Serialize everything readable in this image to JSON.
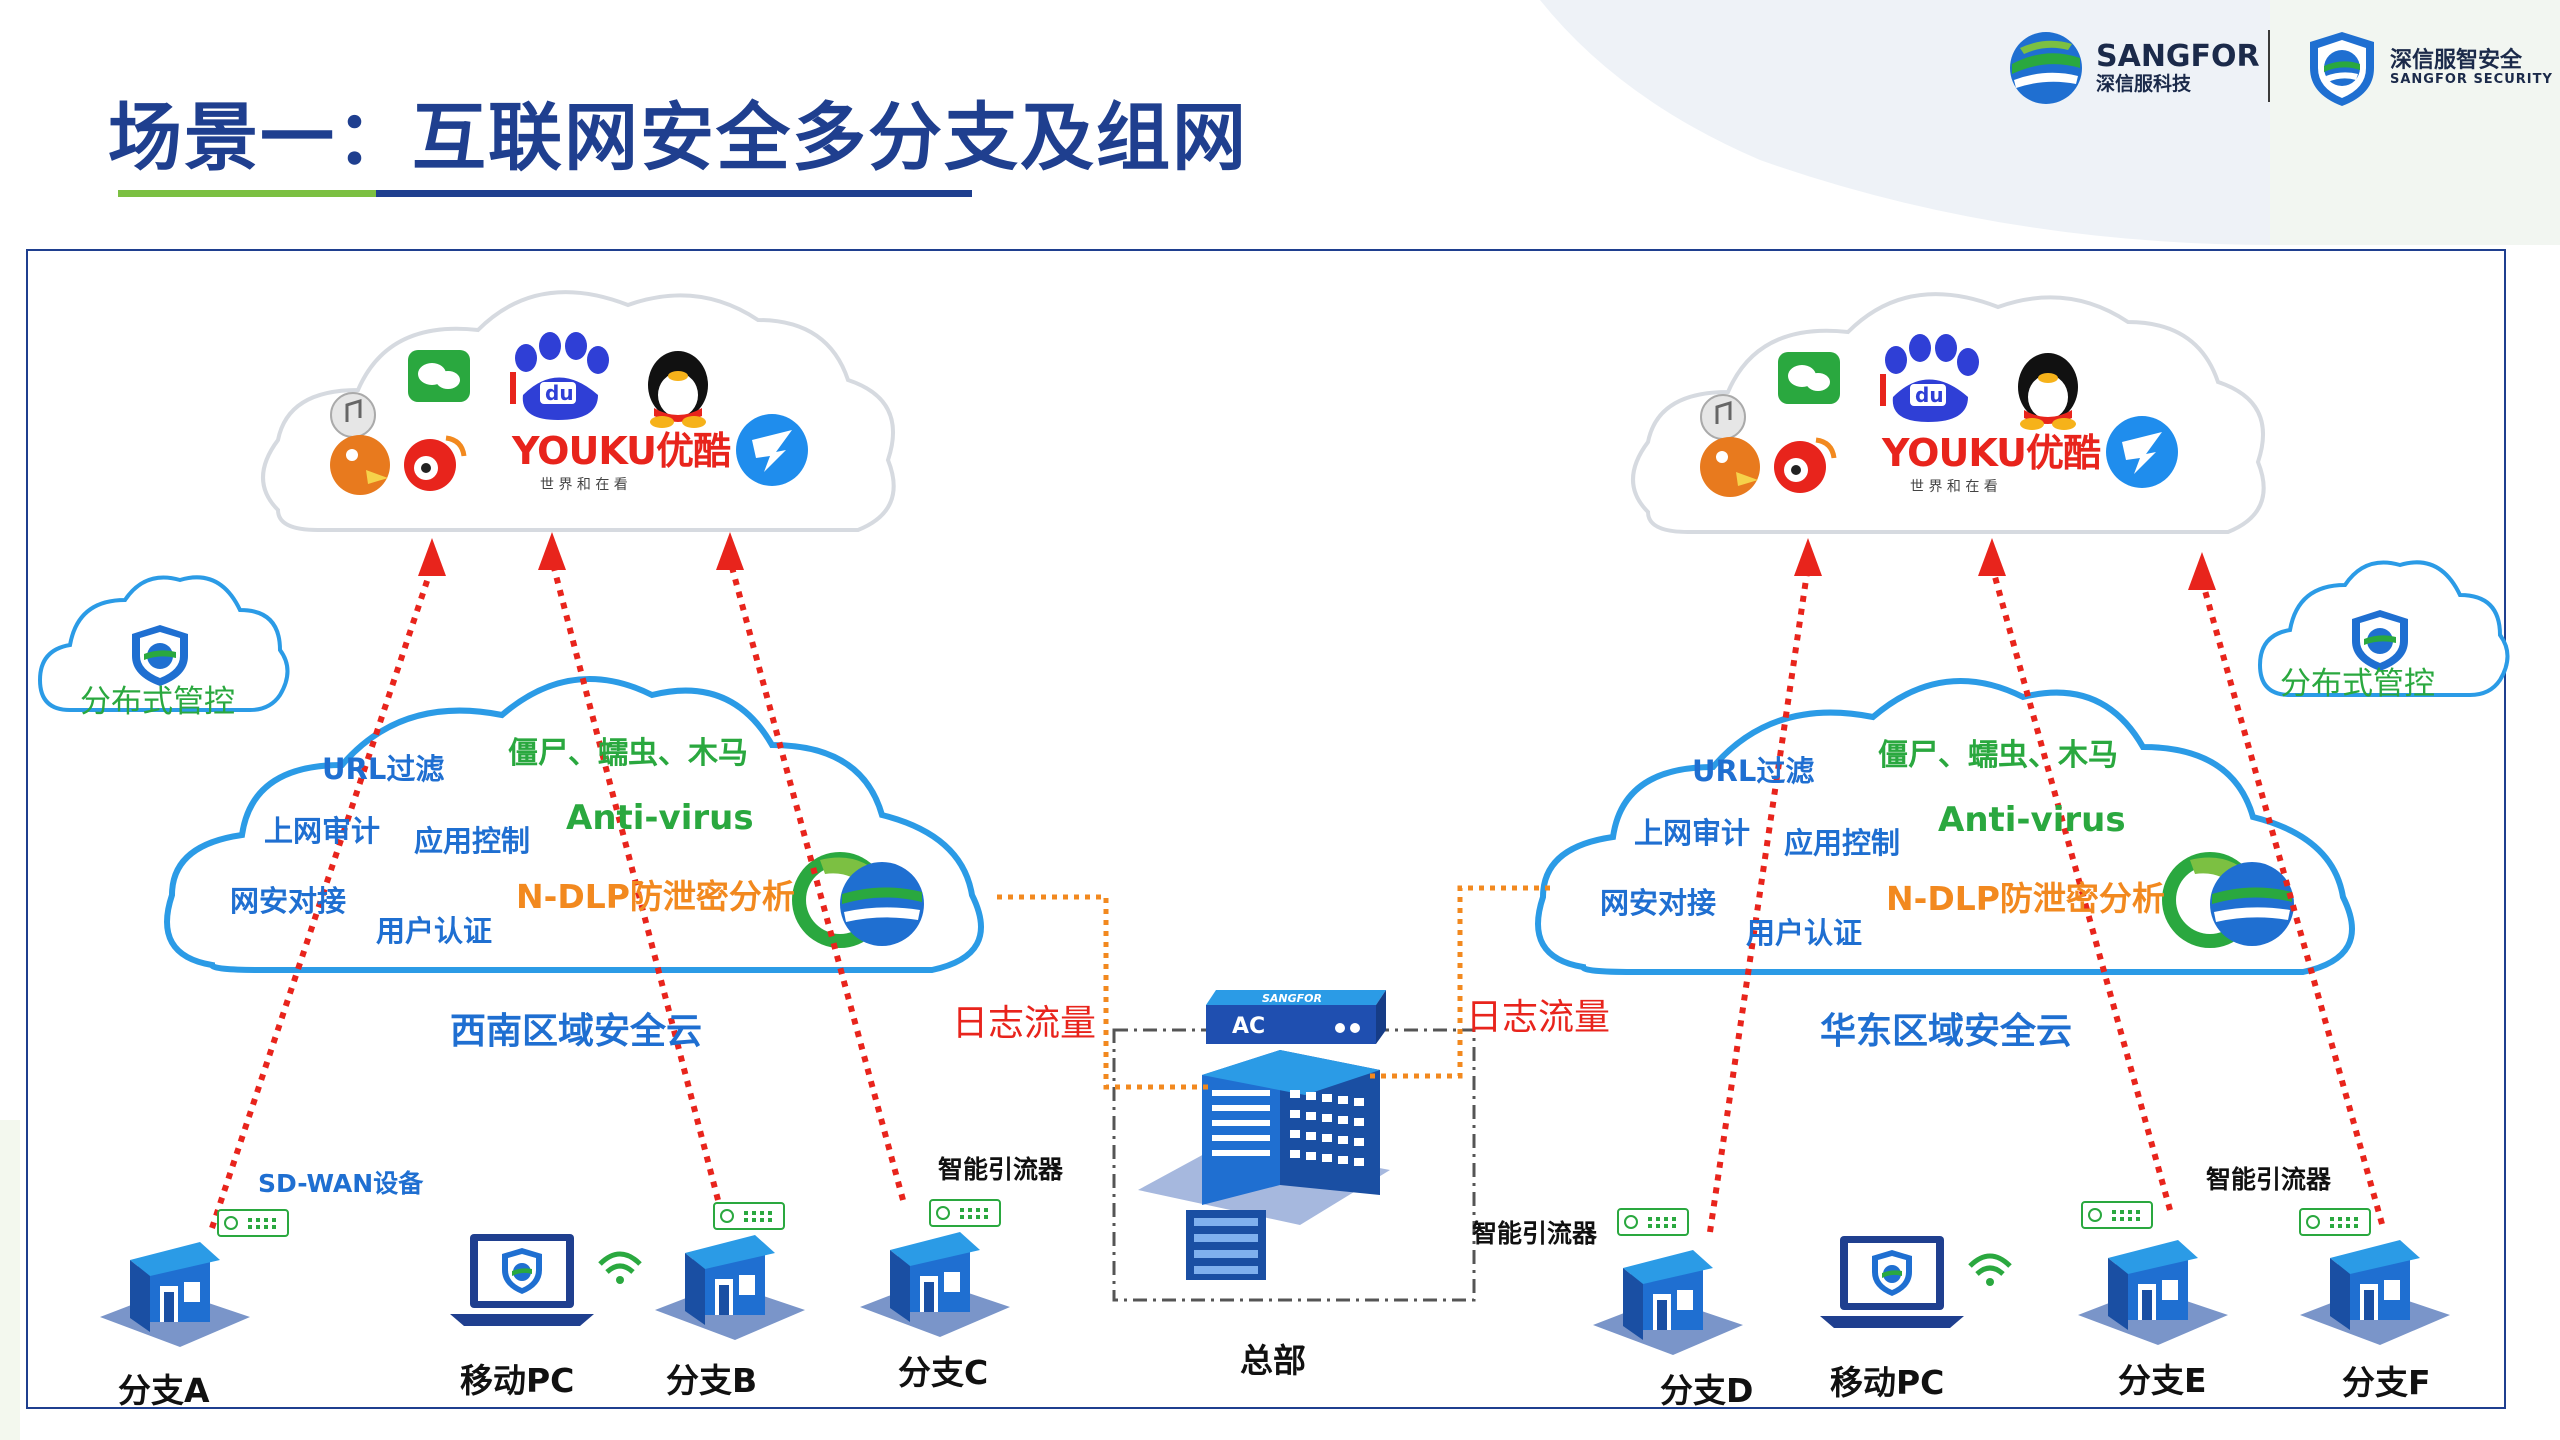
{
  "title": "场景一：互联网安全多分支及组网",
  "brand": {
    "logo1_main": "SANGFOR",
    "logo1_sub": "深信服科技",
    "logo2_main": "深信服智安全",
    "logo2_sub": "SANGFOR SECURITY"
  },
  "internet_cloud": {
    "youku_text": "YOUKU优酷",
    "youku_slogan": "世 界 和 在 看"
  },
  "security_features": {
    "url_filter": "URL过滤",
    "botnet": "僵尸、蠕虫、木马",
    "audit": "上网审计",
    "app_control": "应用控制",
    "antivirus": "Anti-virus",
    "vpn": "网安对接",
    "dlp": "N-DLP防泄密分析",
    "user_auth": "用户认证"
  },
  "left_region": "西南区域安全云",
  "right_region": "华东区域安全云",
  "distributed_mgmt": "分布式管控",
  "log_traffic": "日志流量",
  "hq": {
    "device": "AC",
    "device_brand": "SANGFOR",
    "label": "总部"
  },
  "sdwan_device": "SD-WAN设备",
  "smart_diverter": "智能引流器",
  "endpoints_left": [
    "分支A",
    "移动PC",
    "分支B",
    "分支C"
  ],
  "endpoints_right": [
    "分支D",
    "移动PC",
    "分支E",
    "分支F"
  ]
}
